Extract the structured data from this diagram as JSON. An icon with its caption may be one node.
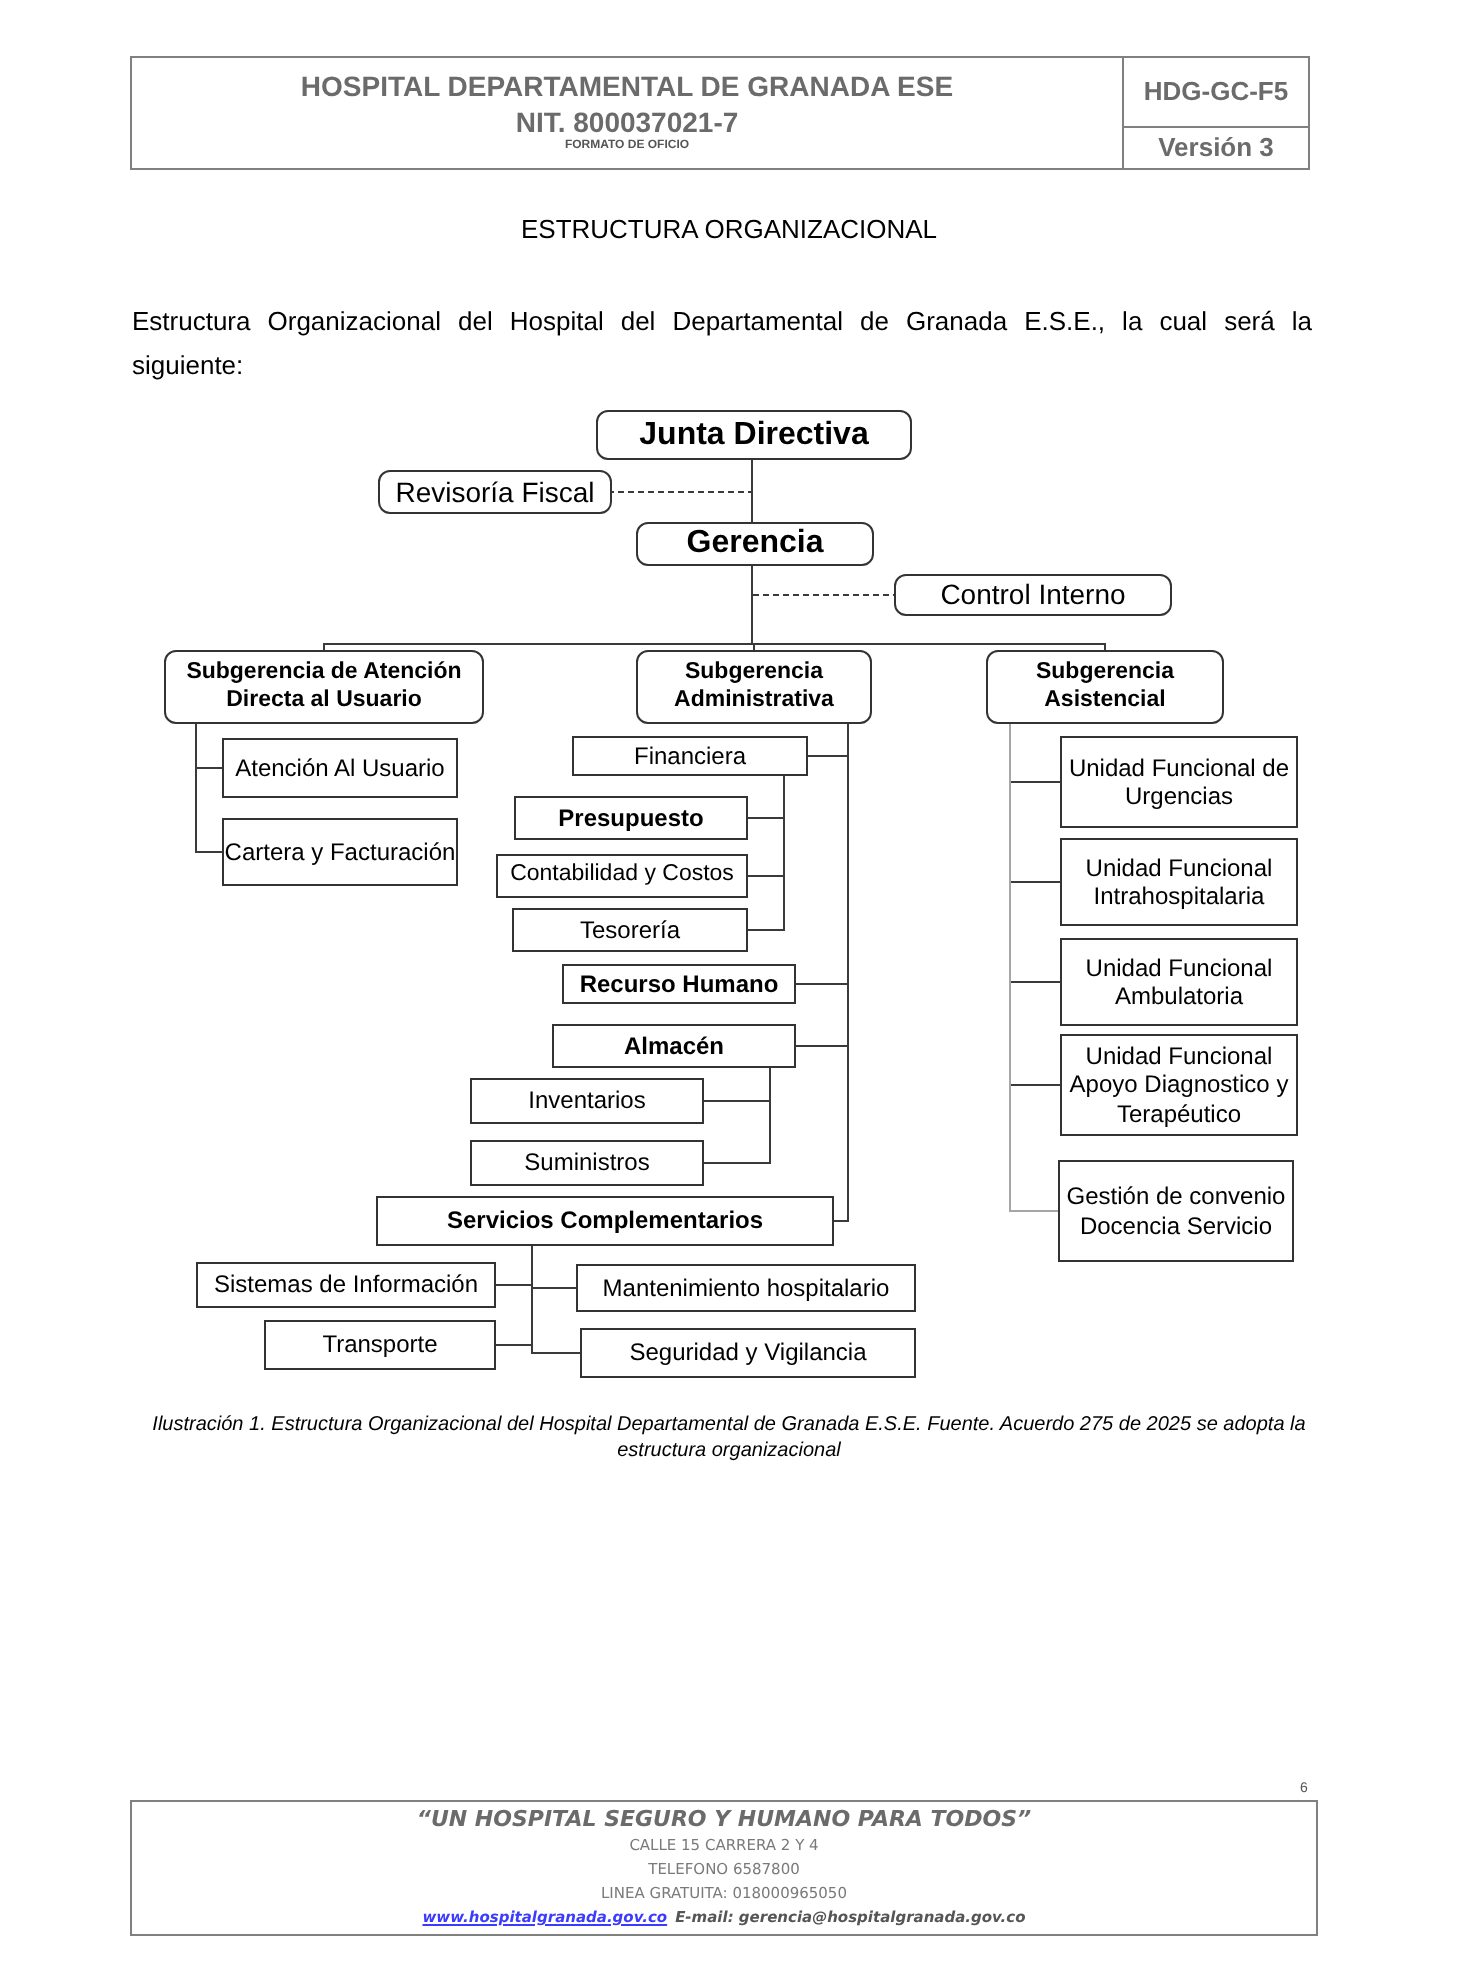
{
  "diagram": {
    "title": "ESTRUCTURA ORGANIZACIONAL",
    "caption": "Ilustración 1. Estructura Organizacional del Hospital Departamental de Granada E.S.E. Fuente. Acuerdo 275 de 2025 se adopta la estructura organizacional",
    "nodes": [
      {
        "text": [
          "Junta Directiva"
        ]
      },
      {
        "text": [
          "Revisoría Fiscal"
        ]
      },
      {
        "text": [
          "Gerencia"
        ]
      },
      {
        "text": [
          "Control Interno"
        ]
      },
      {
        "text": [
          "Subgerencia de Atención Directa al Usuario"
        ]
      },
      {
        "text": [
          "Subgerencia Administrativa"
        ]
      },
      {
        "text": [
          "Subgerencia Asistencial"
        ]
      },
      {
        "text": [
          "Atención Al Usuario"
        ]
      },
      {
        "text": [
          "Cartera y Facturación"
        ]
      },
      {
        "text": [
          "Financiera"
        ]
      },
      {
        "text": [
          "Presupuesto"
        ]
      },
      {
        "text": [
          "Contabilidad y Costos"
        ]
      },
      {
        "text": [
          "Tesorería"
        ]
      },
      {
        "text": [
          "Recurso Humano"
        ]
      },
      {
        "text": [
          "Almacén"
        ]
      },
      {
        "text": [
          "Inventarios"
        ]
      },
      {
        "text": [
          "Suministros"
        ]
      },
      {
        "text": [
          "Servicios Complementarios"
        ]
      },
      {
        "text": [
          "Sistemas de Información"
        ]
      },
      {
        "text": [
          "Transporte"
        ]
      },
      {
        "text": [
          "Mantenimiento hospitalario"
        ]
      },
      {
        "text": [
          "Seguridad y Vigilancia"
        ]
      },
      {
        "text": [
          "Unidad Funcional de Urgencias"
        ]
      },
      {
        "text": [
          "Unidad Funcional Intrahospitalaria"
        ]
      },
      {
        "text": [
          "Unidad Funcional Ambulatoria"
        ]
      },
      {
        "text": [
          "Unidad Funcional Apoyo Diagnostico y Terapéutico"
        ]
      },
      {
        "text": [
          "Gestión de convenio Docencia Servicio"
        ]
      }
    ],
    "edges": [
      {
        "from": 0,
        "to": 2,
        "arrow": "none"
      },
      {
        "from": 0,
        "to": 1,
        "arrow": "none",
        "style": "dashed"
      },
      {
        "from": 2,
        "to": 3,
        "arrow": "none",
        "style": "dashed"
      },
      {
        "from": 2,
        "to": 4,
        "arrow": "none"
      },
      {
        "from": 2,
        "to": 5,
        "arrow": "none"
      },
      {
        "from": 2,
        "to": 6,
        "arrow": "none"
      },
      {
        "from": 4,
        "to": 7,
        "arrow": "none"
      },
      {
        "from": 4,
        "to": 8,
        "arrow": "none"
      },
      {
        "from": 5,
        "to": 9,
        "arrow": "none"
      },
      {
        "from": 9,
        "to": 10,
        "arrow": "none"
      },
      {
        "from": 9,
        "to": 11,
        "arrow": "none"
      },
      {
        "from": 9,
        "to": 12,
        "arrow": "none"
      },
      {
        "from": 5,
        "to": 13,
        "arrow": "none"
      },
      {
        "from": 5,
        "to": 14,
        "arrow": "none"
      },
      {
        "from": 14,
        "to": 15,
        "arrow": "none"
      },
      {
        "from": 14,
        "to": 16,
        "arrow": "none"
      },
      {
        "from": 5,
        "to": 17,
        "arrow": "none"
      },
      {
        "from": 17,
        "to": 18,
        "arrow": "none"
      },
      {
        "from": 17,
        "to": 19,
        "arrow": "none"
      },
      {
        "from": 17,
        "to": 20,
        "arrow": "none"
      },
      {
        "from": 17,
        "to": 21,
        "arrow": "none"
      },
      {
        "from": 6,
        "to": 22,
        "arrow": "none"
      },
      {
        "from": 6,
        "to": 23,
        "arrow": "none"
      },
      {
        "from": 6,
        "to": 24,
        "arrow": "none"
      },
      {
        "from": 6,
        "to": 25,
        "arrow": "none"
      },
      {
        "from": 6,
        "to": 26,
        "arrow": "none",
        "color": "#a6a6a6"
      }
    ],
    "labels": [
      "HOSPITAL DEPARTAMENTAL DE GRANADA ESE",
      "NIT. 800037021-7",
      "FORMATO DE OFICIO",
      "HDG-GC-F5",
      "Versión 3",
      "Estructura Organizacional del Hospital del Departamental de Granada E.S.E., la cual será la siguiente:",
      "6",
      "“UN HOSPITAL SEGURO Y HUMANO PARA TODOS”",
      "CALLE 15 CARRERA 2 Y 4",
      "TELEFONO 6587800",
      "LINEA GRATUITA: 018000965050",
      "www.hospitalgranada.gov.co",
      "E-mail: gerencia@hospitalgranada.gov.co"
    ]
  }
}
